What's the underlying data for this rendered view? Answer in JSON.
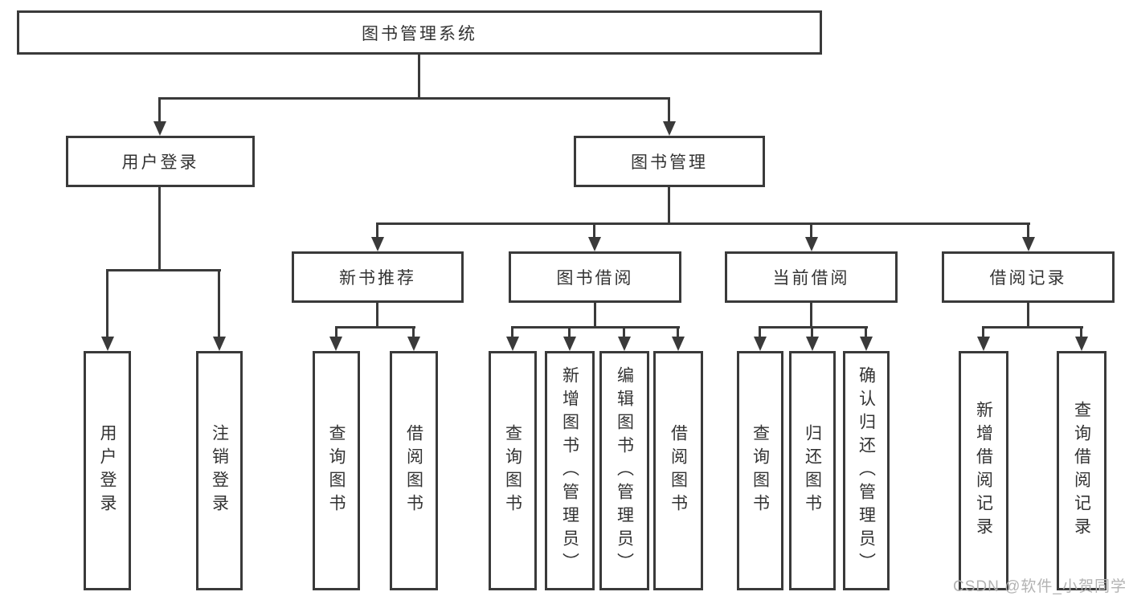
{
  "diagram": {
    "root": "图书管理系统",
    "level2": {
      "user_login": "用户登录",
      "book_mgmt": "图书管理"
    },
    "level3": {
      "new_book": "新书推荐",
      "book_borrow": "图书借阅",
      "current_borrow": "当前借阅",
      "borrow_record": "借阅记录"
    },
    "leaves": {
      "login": "用户登录",
      "logout": "注销登录",
      "nb_query": "查询图书",
      "nb_borrow": "借阅图书",
      "bb_query": "查询图书",
      "bb_add": "新增图书（管理员）",
      "bb_edit": "编辑图书（管理员）",
      "bb_borrow": "借阅图书",
      "cb_query": "查询图书",
      "cb_return": "归还图书",
      "cb_confirm": "确认归还（管理员）",
      "br_add": "新增借阅记录",
      "br_query": "查询借阅记录"
    }
  },
  "watermark": "CSDN @软件_小贺同学",
  "colors": {
    "line": "#3a3a3a",
    "text": "#333333",
    "watermark": "#b3b3b3",
    "background": "#ffffff"
  }
}
